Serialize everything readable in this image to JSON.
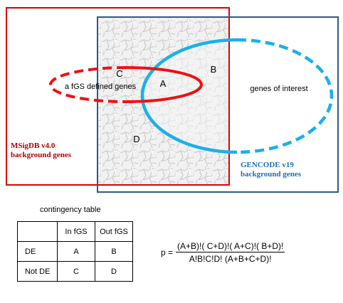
{
  "venn": {
    "regions": {
      "a": "A",
      "b": "B",
      "c": "C",
      "d": "D"
    },
    "sets": {
      "fgs": "a fGS defined genes",
      "interest": "genes of interest"
    },
    "backgrounds": {
      "msigdb_line1": "MSigDB v4.0",
      "msigdb_line2": "background genes",
      "gencode_line1": "GENCODE v19",
      "gencode_line2": "background genes"
    },
    "colors": {
      "msigdb": "#dd0000",
      "gencode": "#2e5a88",
      "fgs_ellipse": "#ee1111",
      "interest_ellipse": "#1ab0ea",
      "msigdb_text": "#b00000",
      "gencode_text": "#1a6fb5"
    }
  },
  "contingency": {
    "title": "contingency table",
    "headers": [
      "",
      "In fGS",
      "Out fGS"
    ],
    "rows": [
      {
        "label": "DE",
        "cells": [
          "A",
          "B"
        ]
      },
      {
        "label": "Not DE",
        "cells": [
          "C",
          "D"
        ]
      }
    ]
  },
  "formula": {
    "lhs": "p =",
    "numerator": "(A+B)!( C+D)!( A+C)!( B+D)!",
    "denominator": "A!B!C!D!  (A+B+C+D)!"
  }
}
